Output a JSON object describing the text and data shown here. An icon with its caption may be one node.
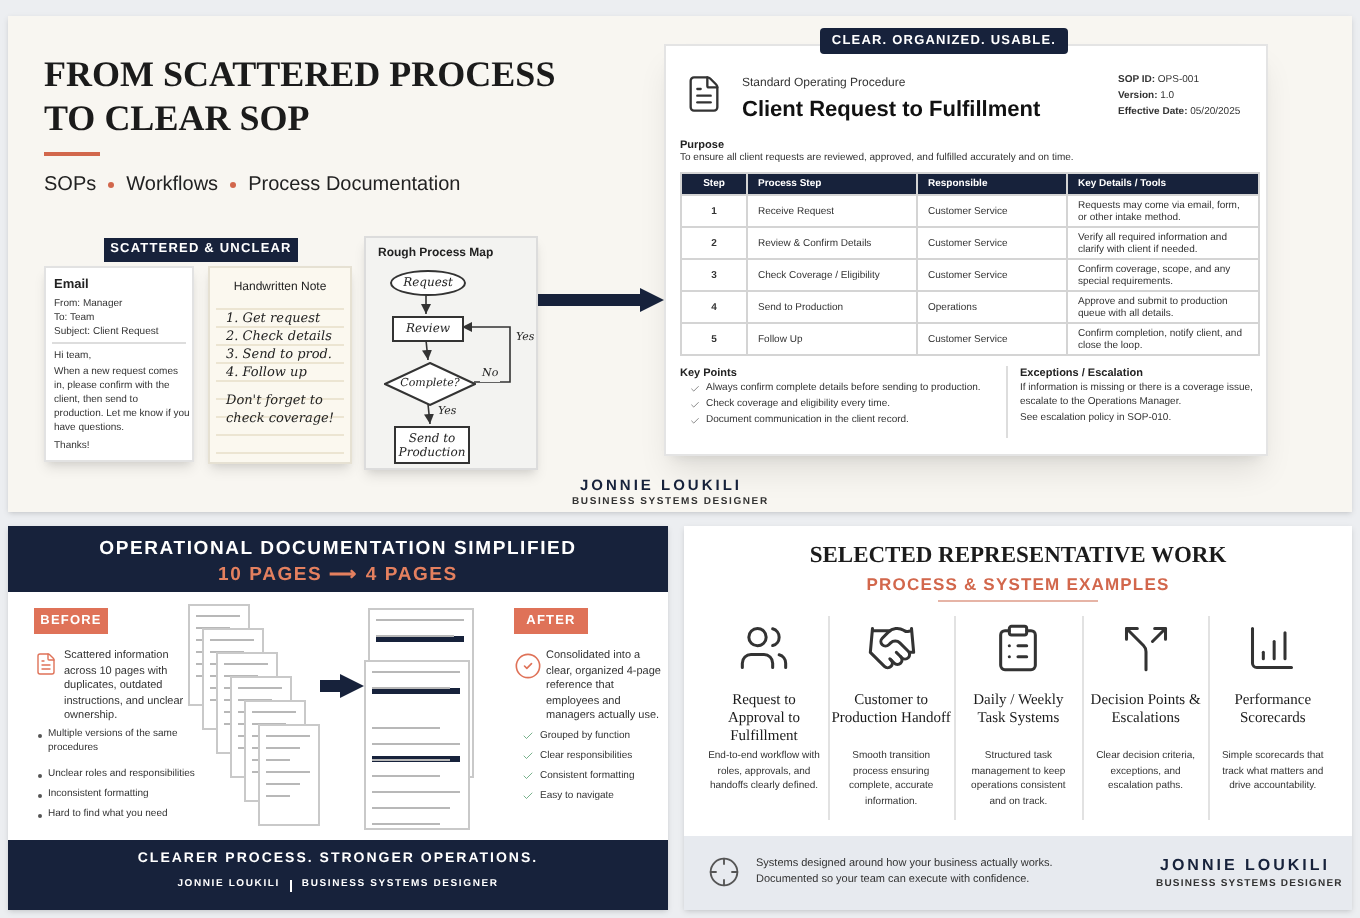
{
  "diagram": {
    "title": "FROM SCATTERED PROCESS TO **CLEAR SOP**",
    "nodes": [
      {
        "text": [
          "SOPs",
          "Workflows",
          "Process Documentation",
          "JONNIE LOUKILI",
          "BUSINESS SYSTEMS DESIGNER"
        ]
      },
      {
        "text": [
          "SCATTERED & UNCLEAR"
        ],
        "in": 0
      },
      {
        "text": [
          "Email",
          "From: Manager",
          "To: Team",
          "Subject: Client Request",
          "Hi team,",
          "When a new request comes in, please confirm with the client, then send to production. Let me know if you have questions.",
          "Thanks!"
        ],
        "in": 0
      },
      {
        "text": [
          "Handwritten Note",
          "1. Get request",
          "2. Check details",
          "3. Send to prod.",
          "4. Follow up",
          "Don't forget to check coverage!"
        ],
        "in": 0
      },
      {
        "text": [
          "Rough Process Map"
        ],
        "in": 0
      },
      {
        "text": [
          "Request"
        ],
        "in": 4
      },
      {
        "text": [
          "Review"
        ],
        "in": 4
      },
      {
        "text": [
          "Complete?"
        ],
        "in": 4
      },
      {
        "text": [
          "Send to Production"
        ],
        "in": 4
      },
      {
        "text": [
          "Standard Operating Procedure",
          "Client Request to Fulfillment",
          "**SOP ID:** OPS-001",
          "**Version:** 1.0",
          "**Effective Date:** 05/20/2025",
          "Purpose",
          "To ensure all client requests are reviewed, approved, and fulfilled accurately and on time.",
          "Key Points",
          "Always confirm complete details before sending to production.",
          "Check coverage and eligibility every time.",
          "Document communication in the client record.",
          "Exceptions / Escalation",
          "If information is missing or there is a coverage issue, escalate to the Operations Manager.",
          "See escalation policy in SOP-010."
        ],
        "in": 0
      },
      {
        "text": [
          "CLEAR. ORGANIZED. USABLE."
        ],
        "in": 0
      },
      {
        "text": [
          "OPERATIONAL DOCUMENTATION SIMPLIFIED",
          "10 PAGES ⟶ 4 PAGES",
          "Scattered information across 10 pages with duplicates, outdated instructions, and unclear ownership.",
          "Multiple versions of the same procedures",
          "Unclear roles and responsibilities",
          "Inconsistent formatting",
          "Hard to find what you need",
          "Consolidated into a clear, organized 4-page reference that employees and managers actually use.",
          "Grouped by function",
          "Clear responsibilities",
          "Consistent formatting",
          "Easy to navigate",
          "CLEARER PROCESS. STRONGER OPERATIONS.",
          "JONNIE LOUKILI",
          "BUSINESS SYSTEMS DESIGNER"
        ]
      },
      {
        "text": [
          "BEFORE"
        ],
        "in": 11
      },
      {
        "text": [
          "AFTER"
        ],
        "in": 11
      },
      {
        "text": [],
        "shape": "picture",
        "in": 11
      },
      {
        "text": [],
        "shape": "picture",
        "in": 11
      },
      {
        "text": [
          "SELECTED REPRESENTATIVE WORK",
          "PROCESS & SYSTEM EXAMPLES",
          "Request to Approval to Fulfillment",
          "End-to-end workflow with roles, approvals, and handoffs clearly defined.",
          "Customer to Production Handoff",
          "Smooth transition process ensuring complete, accurate information.",
          "Daily / Weekly Task Systems",
          "Structured task management to keep operations consistent and on track.",
          "Decision Points & Escalations",
          "Clear decision criteria, exceptions, and escalation paths.",
          "Performance Scorecards",
          "Simple scorecards that track what matters and drive accountability."
        ]
      },
      {
        "text": [
          "Systems designed around how your business actually works. Documented so your team can execute with confidence.",
          "JONNIE LOUKILI",
          "BUSINESS SYSTEMS DESIGNER"
        ],
        "in": 16
      }
    ],
    "edges": [
      {
        "from": 5,
        "to": 6,
        "arrow": "to"
      },
      {
        "from": 6,
        "to": 7,
        "arrow": "to"
      },
      {
        "from": 7,
        "to": 8,
        "arrow": "to",
        "label": "Yes"
      },
      {
        "from": 7,
        "to": 6,
        "arrow": "to",
        "label": "No"
      },
      {
        "from": 4,
        "to": 9,
        "arrow": "to",
        "style": "thick"
      },
      {
        "from": 14,
        "to": 15,
        "arrow": "to",
        "style": "thick"
      }
    ],
    "labels": [
      "Yes",
      "Step",
      "Process Step",
      "Responsible",
      "Key Details / Tools",
      "1",
      "Receive Request",
      "Customer Service",
      "Requests may come via email, form, or other intake method.",
      "2",
      "Review & Confirm Details",
      "Customer Service",
      "Verify all required information and clarify with client if needed.",
      "3",
      "Check Coverage / Eligibility",
      "Customer Service",
      "Confirm coverage, scope, and any special requirements.",
      "4",
      "Send to Production",
      "Operations",
      "Approve and submit to production queue with all details.",
      "5",
      "Follow Up",
      "Customer Service",
      "Confirm completion, notify client, and close the loop."
    ]
  }
}
